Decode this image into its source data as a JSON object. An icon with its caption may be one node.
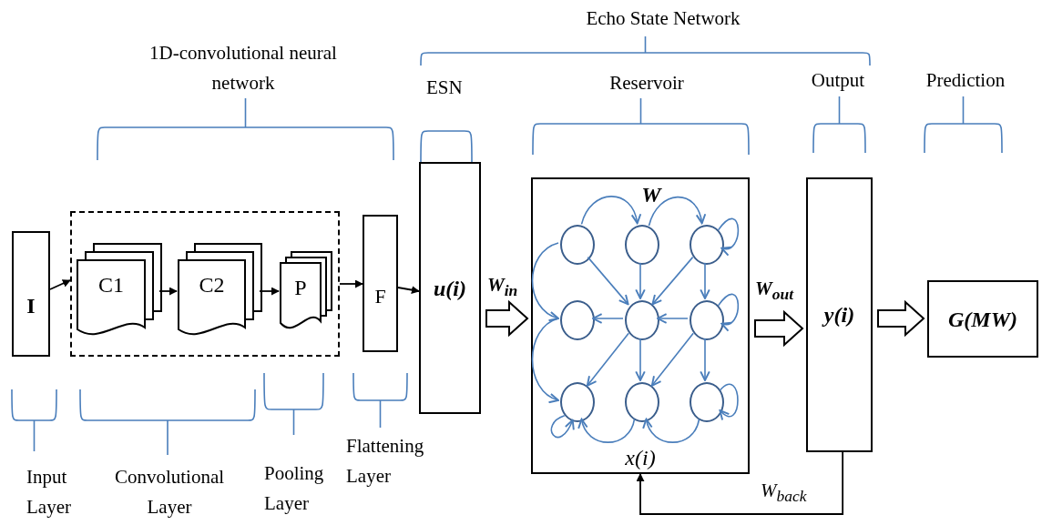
{
  "diagram": {
    "nodes": [
      {
        "text": [
          "I"
        ]
      },
      {
        "text": [],
        "shape": "box"
      },
      {
        "text": [
          "C1"
        ],
        "in": 1
      },
      {
        "text": [
          "C2"
        ],
        "in": 1
      },
      {
        "text": [
          "P"
        ],
        "in": 1
      },
      {
        "text": [
          "F"
        ]
      },
      {
        "text": [
          "u(i)"
        ]
      },
      {
        "text": [
          "W",
          "x(i)"
        ]
      },
      {
        "text": [],
        "shape": "circle",
        "in": 7
      },
      {
        "text": [],
        "shape": "circle",
        "in": 7
      },
      {
        "text": [],
        "shape": "circle",
        "in": 7
      },
      {
        "text": [],
        "shape": "circle",
        "in": 7
      },
      {
        "text": [],
        "shape": "circle",
        "in": 7
      },
      {
        "text": [],
        "shape": "circle",
        "in": 7
      },
      {
        "text": [],
        "shape": "circle",
        "in": 7
      },
      {
        "text": [],
        "shape": "circle",
        "in": 7
      },
      {
        "text": [],
        "shape": "circle",
        "in": 7
      },
      {
        "text": [
          "y(i)"
        ]
      },
      {
        "text": [
          "G(MW)"
        ]
      }
    ],
    "edges": [
      {
        "from": 0,
        "to": 1,
        "arrow": "to",
        "color": "#000000"
      },
      {
        "from": 2,
        "to": 3,
        "arrow": "to",
        "color": "#000000"
      },
      {
        "from": 3,
        "to": 4,
        "arrow": "to",
        "color": "#000000"
      },
      {
        "from": 1,
        "to": 5,
        "arrow": "to",
        "color": "#000000"
      },
      {
        "from": 5,
        "to": 6,
        "arrow": "to",
        "color": "#000000"
      },
      {
        "from": 6,
        "to": 7,
        "arrow": "to",
        "label": "W$_{in}$",
        "style": "thick",
        "color": "#000000"
      },
      {
        "from": 7,
        "to": 17,
        "arrow": "to",
        "label": "W$_{out}$",
        "style": "thick",
        "color": "#000000"
      },
      {
        "from": 17,
        "to": 18,
        "arrow": "to",
        "style": "thick",
        "color": "#000000"
      },
      {
        "from": 17,
        "to": 7,
        "arrow": "to",
        "label": "W$_{back}$",
        "color": "#000000"
      },
      {
        "from": 8,
        "to": 12,
        "arrow": "to"
      },
      {
        "from": 9,
        "to": 12,
        "arrow": "to"
      },
      {
        "from": 10,
        "to": 12,
        "arrow": "to"
      },
      {
        "from": 10,
        "to": 13,
        "arrow": "to"
      },
      {
        "from": 12,
        "to": 11,
        "arrow": "to"
      },
      {
        "from": 13,
        "to": 12,
        "arrow": "to"
      },
      {
        "from": 12,
        "to": 14,
        "arrow": "to"
      },
      {
        "from": 12,
        "to": 15,
        "arrow": "to"
      },
      {
        "from": 13,
        "to": 15,
        "arrow": "to"
      },
      {
        "from": 13,
        "to": 16,
        "arrow": "to"
      },
      {
        "from": 8,
        "to": 9,
        "arrow": "to"
      },
      {
        "from": 9,
        "to": 10,
        "arrow": "to"
      },
      {
        "from": 10,
        "to": 10,
        "arrow": "to"
      },
      {
        "from": 13,
        "to": 13,
        "arrow": "to"
      },
      {
        "from": 16,
        "to": 16,
        "arrow": "to"
      },
      {
        "from": 8,
        "to": 11,
        "arrow": "to"
      },
      {
        "from": 11,
        "to": 14,
        "arrow": "to"
      },
      {
        "from": 14,
        "to": 14,
        "arrow": "to"
      },
      {
        "from": 15,
        "to": 14,
        "arrow": "to"
      },
      {
        "from": 16,
        "to": 15,
        "arrow": "to"
      }
    ],
    "labels": [
      "Echo State Network",
      "1D-convolutional neural network",
      "ESN",
      "Reservoir",
      "Output",
      "Prediction",
      "Input Layer",
      "Convolutional Layer",
      "Pooling Layer",
      "Flattening Layer"
    ]
  }
}
